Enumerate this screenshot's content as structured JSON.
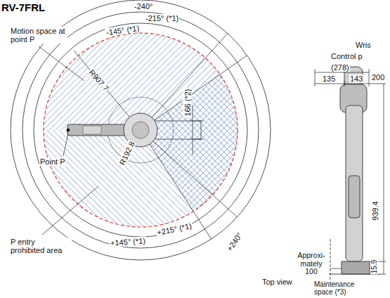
{
  "diagram": {
    "title": "RV-7FRL",
    "labels": [
      "Motion space at point P",
      "-240°",
      "-215° (*1)",
      "-145° (*1)",
      "R907.7",
      "166 (*2)",
      "Point P",
      "R192.8",
      "+215° (*1)",
      "+145° (*1)",
      "+240°",
      "P entry prohibited area",
      "Top view",
      "Wris",
      "Control p",
      "(278)",
      "135",
      "143",
      "200",
      "939.4",
      "15.9",
      "Approxi- mately 100",
      "Maintenance space (*3)"
    ]
  }
}
